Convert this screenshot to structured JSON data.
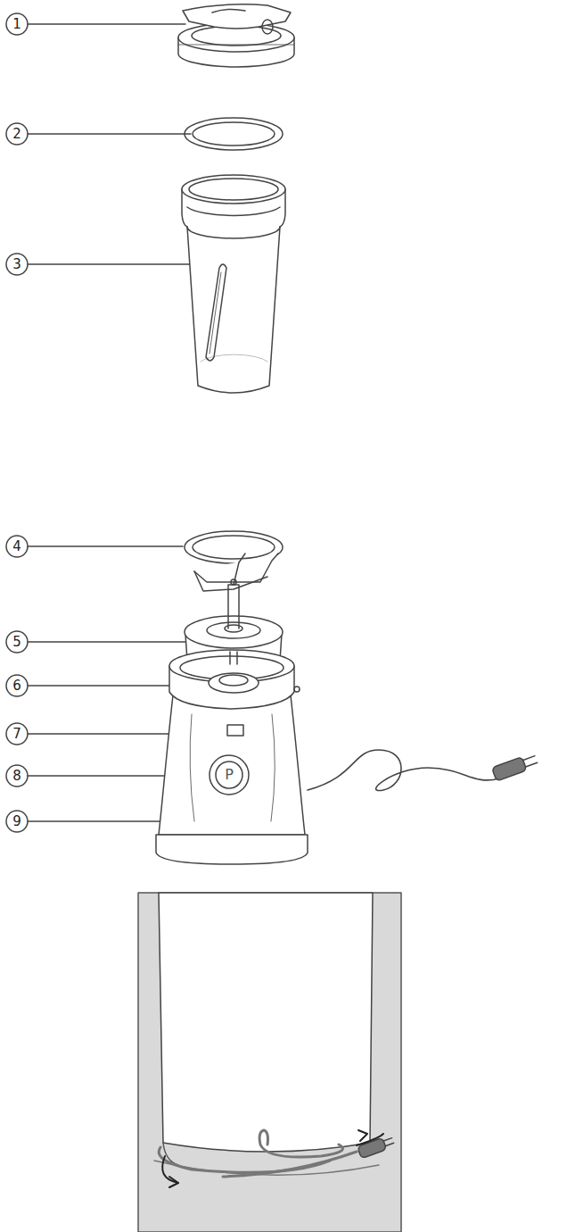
{
  "diagram": {
    "labels": [
      "1",
      "2",
      "3",
      "4",
      "5",
      "6",
      "7",
      "8",
      "9",
      "P"
    ]
  }
}
